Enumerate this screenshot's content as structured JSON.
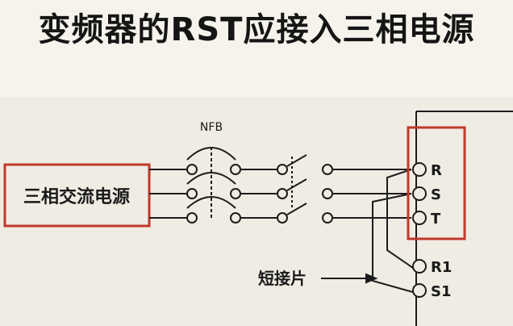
{
  "title": "变频器的RST应接入三相电源",
  "diagram": {
    "source_label": "三相交流电源",
    "breaker_label": "NFB",
    "terminals": [
      "R",
      "S",
      "T",
      "R1",
      "S1"
    ],
    "jumper_label": "短接片",
    "colors": {
      "highlight_box": "#c0392b",
      "wire": "#1c1c1c",
      "background": "#efece3"
    }
  }
}
